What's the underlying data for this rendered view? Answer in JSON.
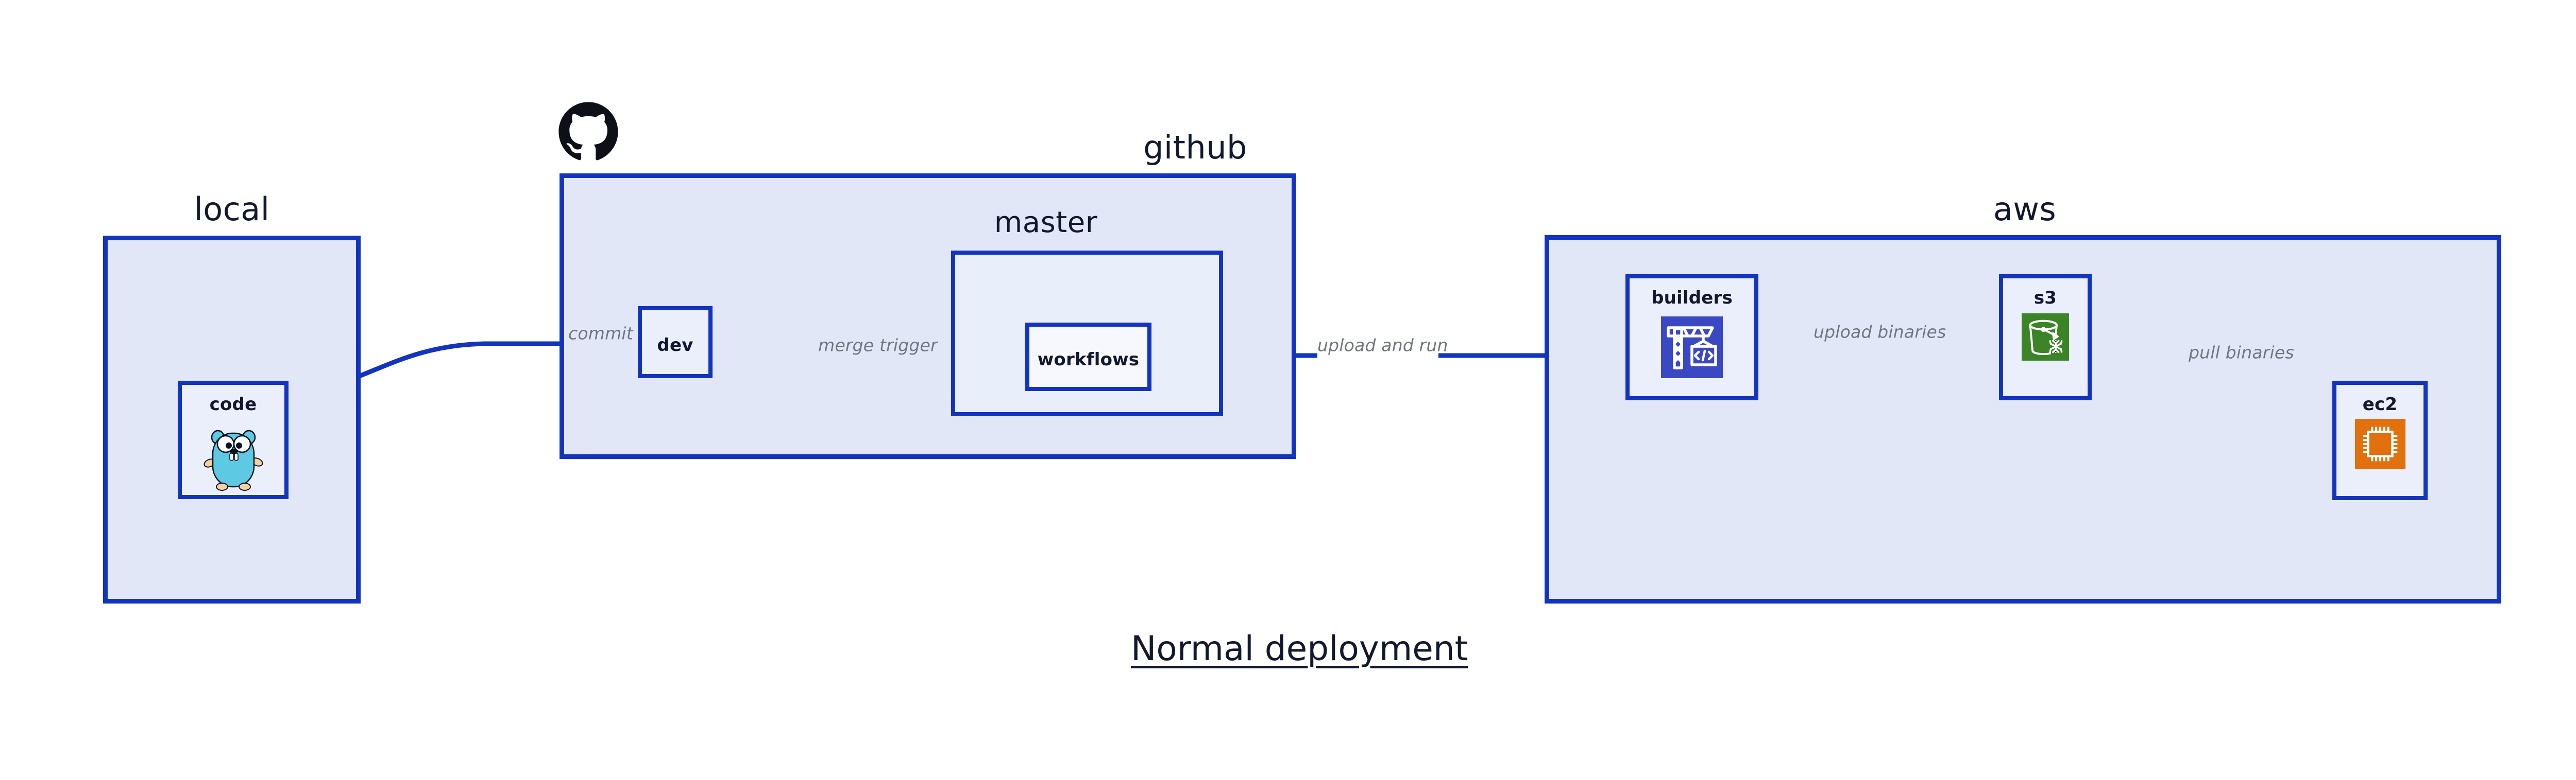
{
  "diagram": {
    "title": "Normal deployment",
    "background_color": "#FFFFFF",
    "accent_color": "#1234BE",
    "zone_fill": "#E2E7F8",
    "node_fill": "#EBEFFB",
    "label_color": "#12182E",
    "edge_label_color": "#70757F"
  },
  "zones": [
    {
      "id": "local",
      "label": "local",
      "nodes": [
        {
          "id": "code",
          "label": "code",
          "icon": "go-gopher-icon"
        }
      ]
    },
    {
      "id": "github",
      "label": "github",
      "logo": "github-octocat-icon",
      "nodes": [
        {
          "id": "dev",
          "label": "dev",
          "icon": "none"
        }
      ],
      "subzones": [
        {
          "id": "master",
          "label": "master",
          "nodes": [
            {
              "id": "workflows",
              "label": "workflows",
              "icon": "none"
            }
          ]
        }
      ]
    },
    {
      "id": "aws",
      "label": "aws",
      "nodes": [
        {
          "id": "builders",
          "label": "builders",
          "icon": "aws-codebuild-crane-icon",
          "icon_color": "#3A48C4"
        },
        {
          "id": "s3",
          "label": "s3",
          "icon": "aws-s3-glacier-bucket-icon",
          "icon_color": "#3C8527"
        },
        {
          "id": "ec2",
          "label": "ec2",
          "icon": "aws-ec2-chip-icon",
          "icon_color": "#E2700C"
        }
      ]
    }
  ],
  "edges": [
    {
      "id": "commit",
      "label": "commit",
      "from": "code",
      "to": "dev"
    },
    {
      "id": "merge-trigger",
      "label": "merge trigger",
      "from": "dev",
      "to": "workflows"
    },
    {
      "id": "upload-and-run",
      "label": "upload and run",
      "from": "workflows",
      "to": "builders"
    },
    {
      "id": "upload-binaries",
      "label": "upload binaries",
      "from": "builders",
      "to": "s3"
    },
    {
      "id": "pull-binaries",
      "label": "pull binaries",
      "from": "s3",
      "to": "ec2"
    }
  ]
}
